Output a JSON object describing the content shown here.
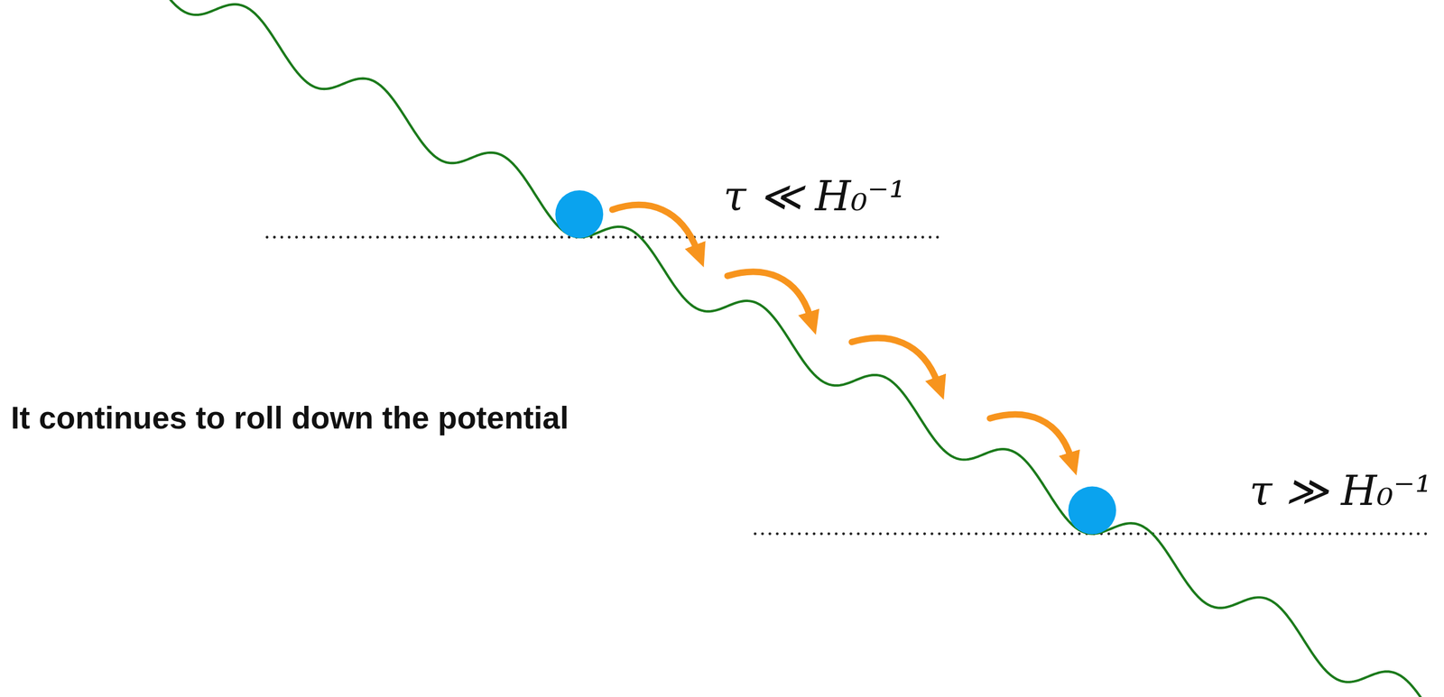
{
  "diagram": {
    "labels": [
      "τ ≪ H₀⁻¹",
      "It continues to roll down the potential",
      "τ ≫ H₀⁻¹"
    ]
  }
}
